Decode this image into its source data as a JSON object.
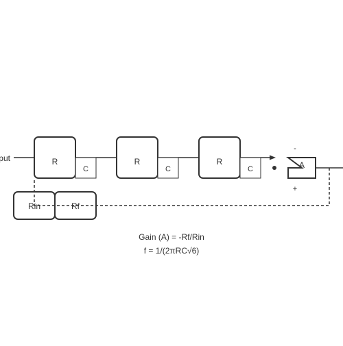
{
  "diagram": {
    "output_label": "Output",
    "stages": [
      {
        "r_label": "R",
        "c_label": "C"
      },
      {
        "r_label": "R",
        "c_label": "C"
      },
      {
        "r_label": "R",
        "c_label": "C"
      }
    ],
    "rin_label": "Rin",
    "rf_label": "Rf",
    "opamp": {
      "label": "A",
      "minus_label": "-",
      "plus_label": "+"
    },
    "equations": {
      "gain": "Gain (A) = -Rf/Rin",
      "frequency": "f = 1/(2πRC√6)"
    }
  }
}
